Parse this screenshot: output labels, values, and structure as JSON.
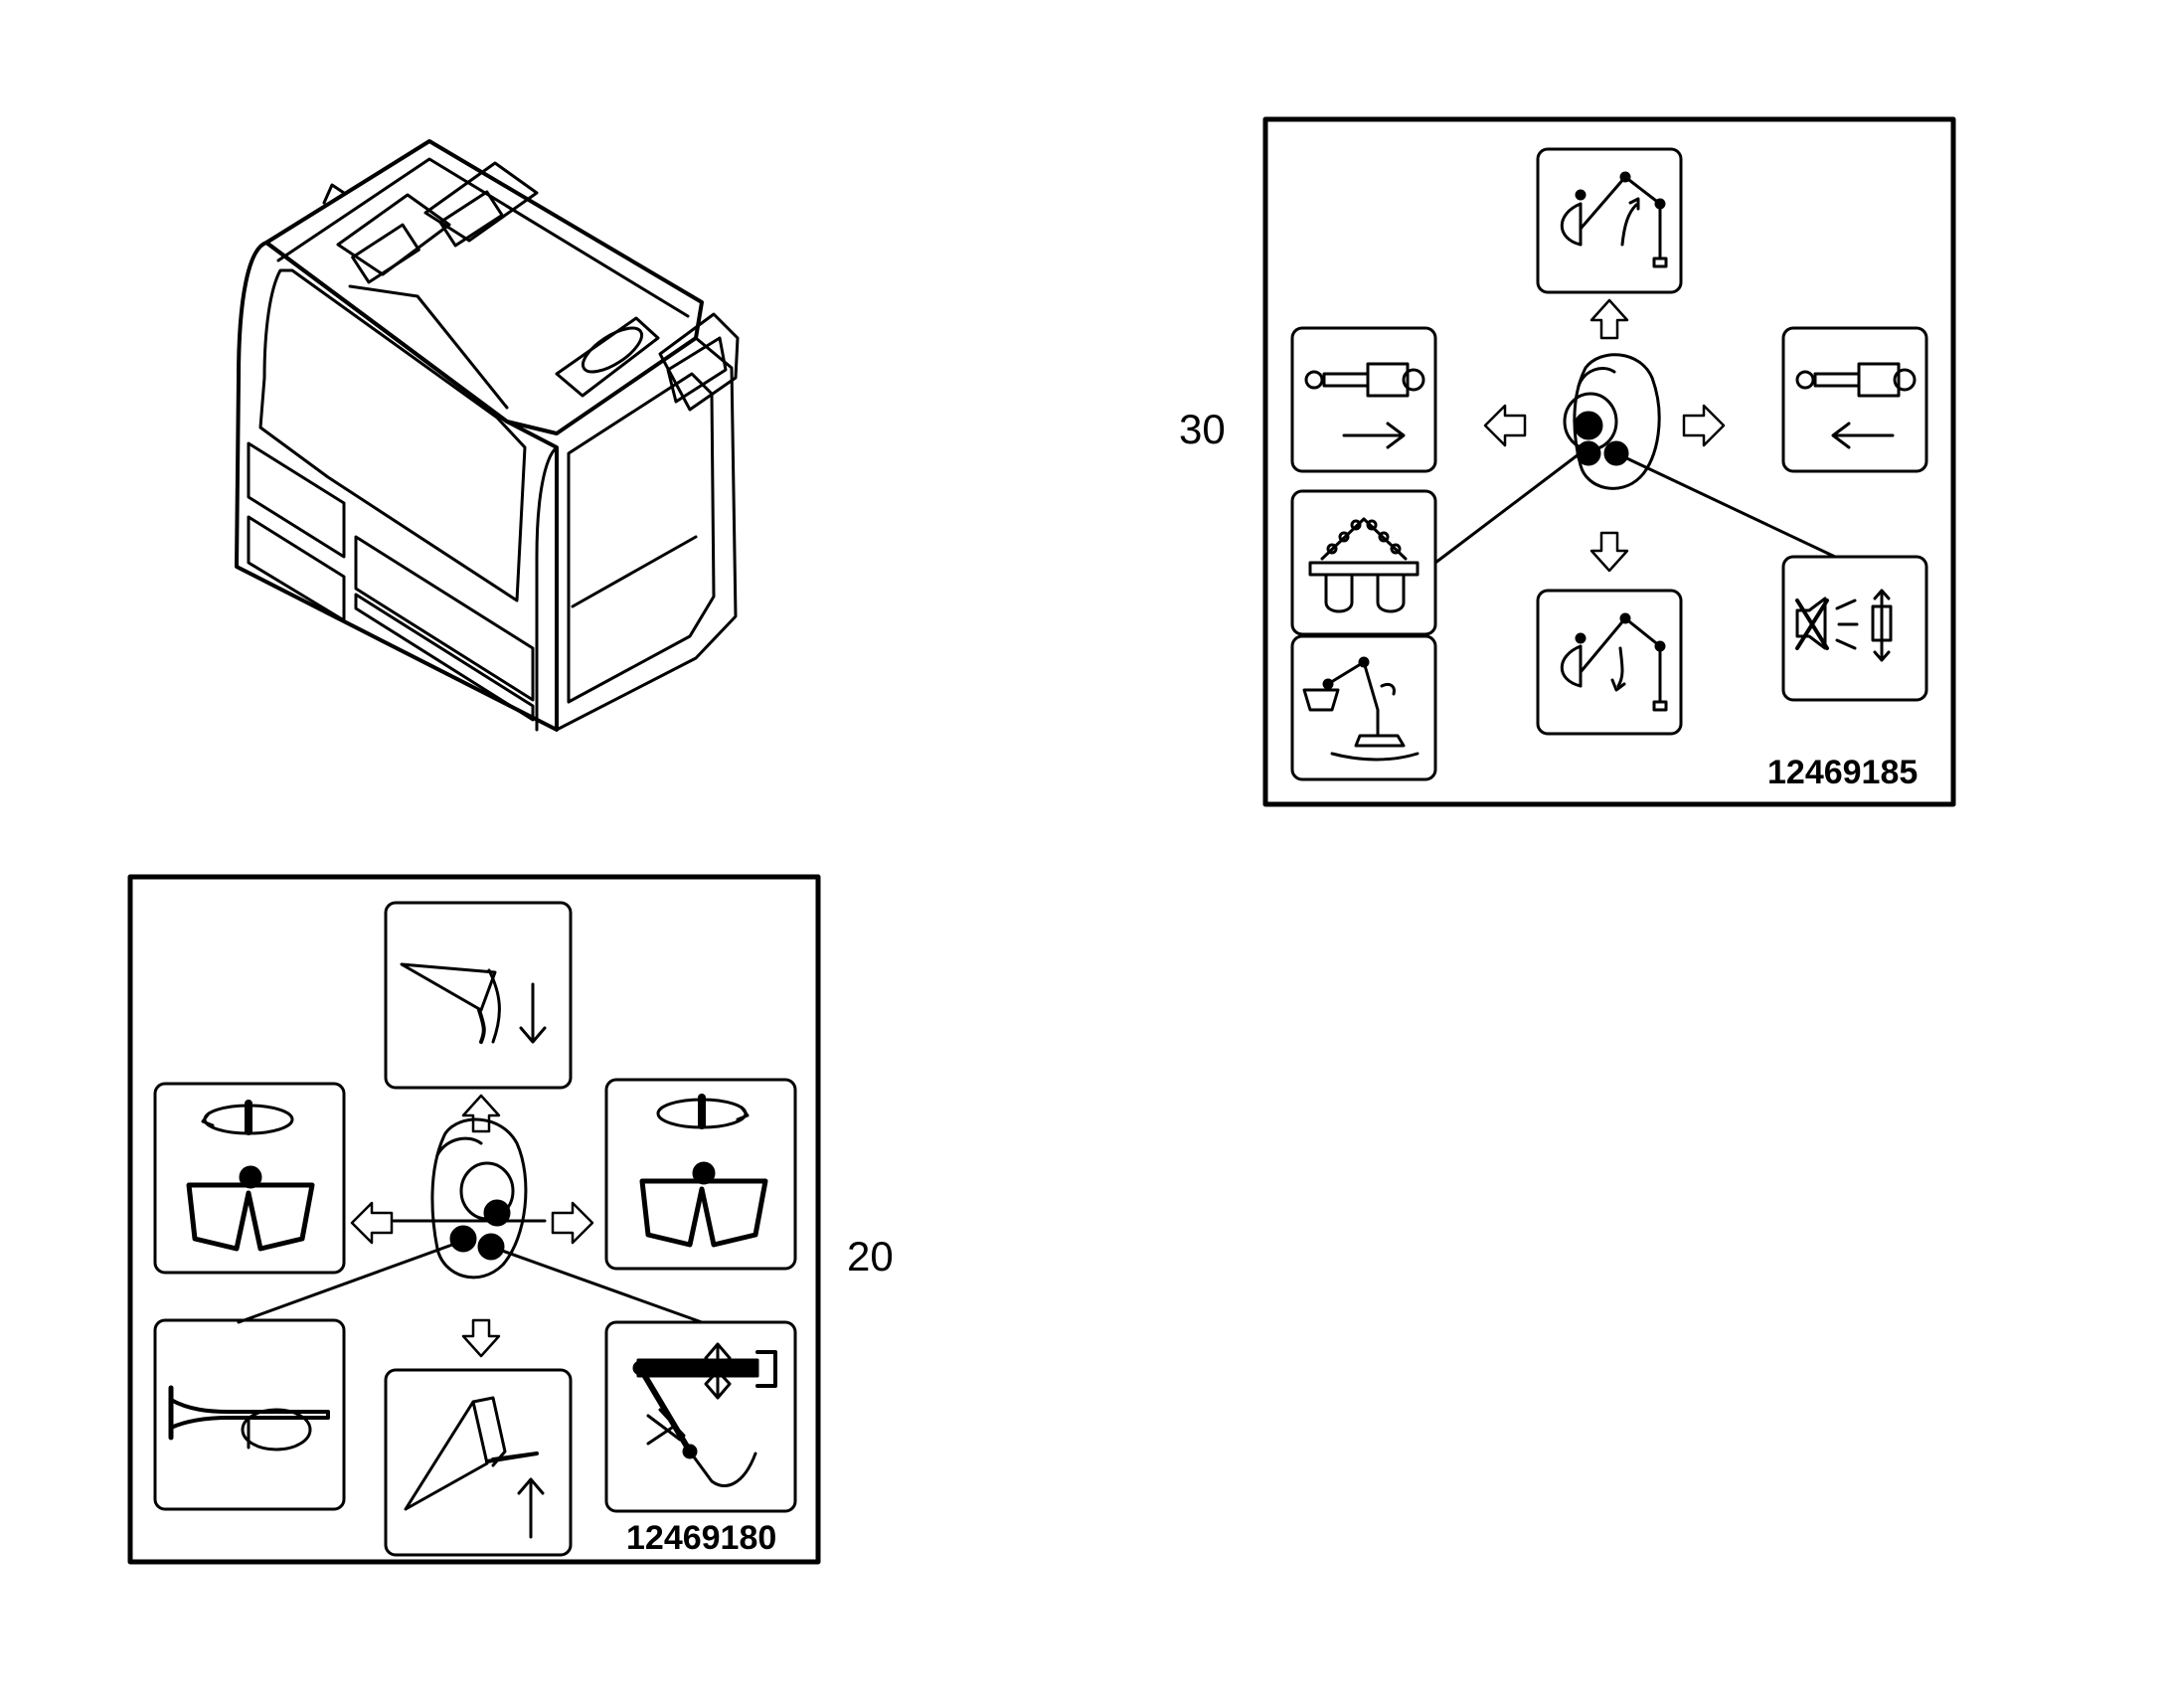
{
  "callouts": {
    "decal_30": "30",
    "decal_20": "20"
  },
  "decals": {
    "right_joystick": {
      "part_number": "12469185"
    },
    "left_joystick": {
      "part_number": "12469180"
    }
  },
  "icons": {
    "cab": "operator-cab-illustration",
    "right_decal": [
      "boom-raise-icon",
      "cylinder-extend-icon",
      "cylinder-retract-icon",
      "quick-coupler-lock-icon",
      "boom-lower-icon",
      "grab-rotate-icon",
      "horn-mute-icon",
      "joystick-icon"
    ],
    "left_decal": [
      "boom-lower-icon",
      "swing-left-icon",
      "swing-right-icon",
      "horn-icon",
      "boom-raise-icon",
      "boom-float-icon",
      "joystick-icon"
    ]
  },
  "colors": {
    "ink": "#000000",
    "paper": "#ffffff"
  }
}
